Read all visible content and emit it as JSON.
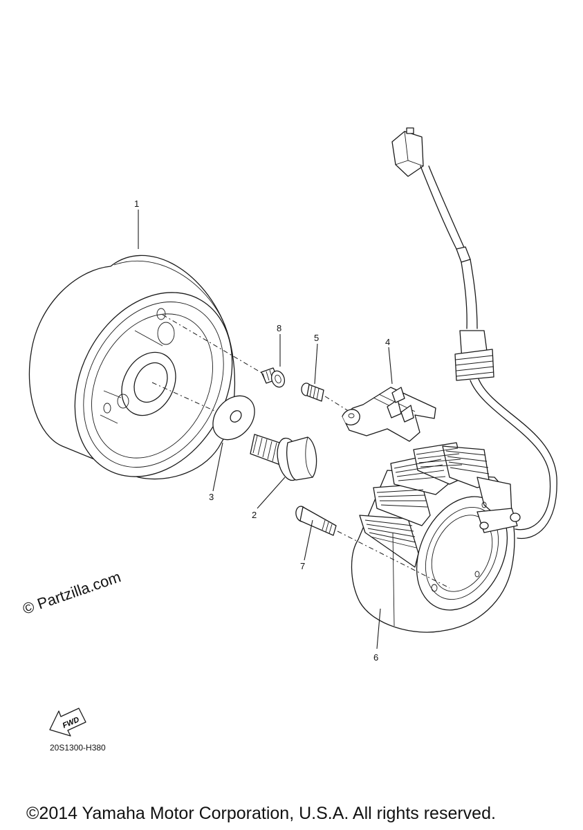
{
  "callouts": {
    "p1": "1",
    "p2": "2",
    "p3": "3",
    "p4": "4",
    "p5": "5",
    "p6": "6",
    "p7": "7",
    "p8": "8"
  },
  "fwd_label": "FWD",
  "watermark": "© Partzilla.com",
  "figure_code": "20S1300-H380",
  "copyright": "©2014 Yamaha Motor Corporation, U.S.A. All rights reserved."
}
